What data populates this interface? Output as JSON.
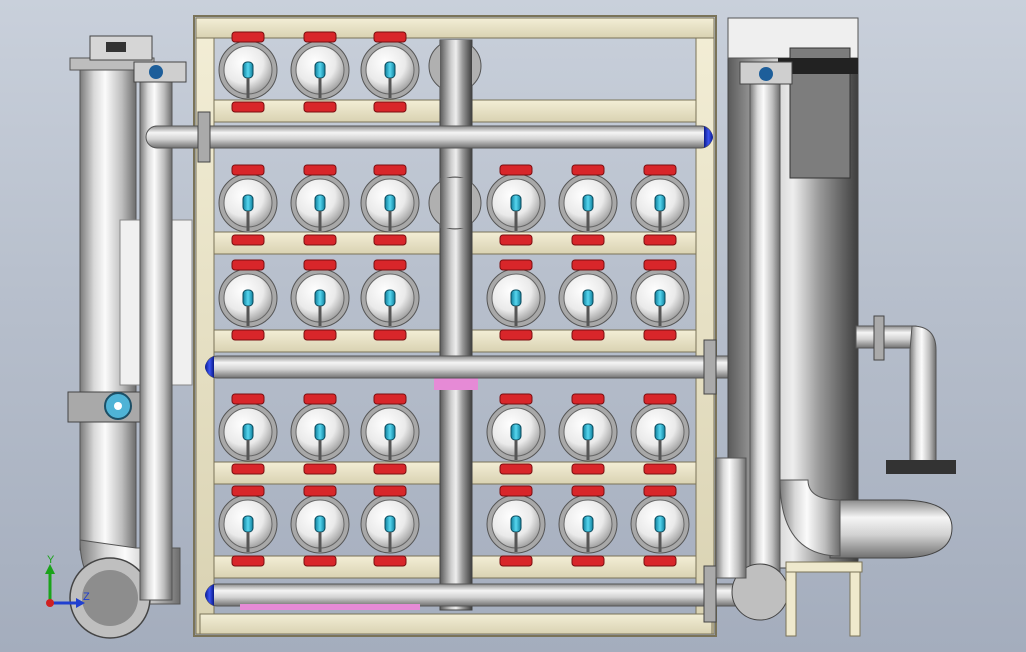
{
  "app": {
    "view": "front-view-3d-model",
    "background_top": "#c9d0db",
    "background_bottom": "#a4adbd"
  },
  "model": {
    "frame_color": "#ece6c9",
    "frame_edge": "#7a7358",
    "pipe_light": "#f4f4f4",
    "pipe_mid": "#c4c4c4",
    "pipe_dark": "#6e6e6e",
    "vessel_head": "#e9e9e9",
    "gauge_color": "#28b6d4",
    "valve_color": "#d8262a",
    "end_cap_color": "#1b2fc8",
    "accent_pink": "#e68ad6",
    "vessel_rows": [
      {
        "name": "row-1",
        "count_left": 3,
        "count_right": 0
      },
      {
        "name": "row-2",
        "count_left": 3,
        "count_right": 3
      },
      {
        "name": "row-3",
        "count_left": 3,
        "count_right": 3
      },
      {
        "name": "row-4",
        "count_left": 3,
        "count_right": 3
      },
      {
        "name": "row-5",
        "count_left": 3,
        "count_right": 3
      }
    ]
  },
  "triad": {
    "x_axis": "",
    "y_axis": "Y",
    "z_axis": "Z",
    "x_color": "#d02020",
    "y_color": "#1aa31a",
    "z_color": "#1f3fd0"
  }
}
